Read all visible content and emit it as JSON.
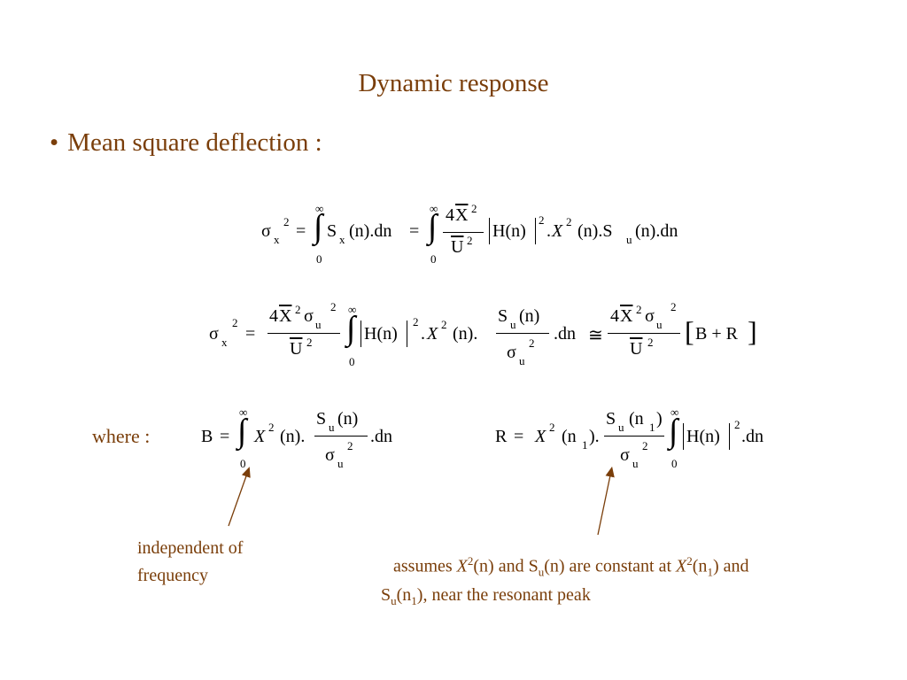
{
  "slide": {
    "title": "Dynamic response",
    "bullet_marker": "•",
    "bullet_text": "Mean square deflection :"
  },
  "equations": {
    "eq1": {
      "lhs_sigma": "σ",
      "lhs_sub": "x",
      "lhs_sup": "2",
      "eq_sign": "=",
      "int_upper": "∞",
      "int_lower": "0",
      "int_symbol": "∫",
      "s": "S",
      "s_sub": "x",
      "mid": "(n).dn",
      "eq_sign2": "=",
      "num_4": "4",
      "num_X": "X",
      "num_sup": "2",
      "den_U": "U",
      "den_sup": "2",
      "Hn": "H(n)",
      "Hn_sup": "2",
      "dotX": ".",
      "X": "X",
      "X_sup": "2",
      "tail": "(n).S",
      "tail_sub": "u",
      "tail_end": "(n).dn"
    },
    "eq2": {
      "lhs_sigma": "σ",
      "lhs_sub": "x",
      "lhs_sup": "2",
      "eq_sign": "=",
      "num_4": "4",
      "num_X": "X",
      "num_X_sup": "2",
      "num_sigma": "σ",
      "num_sigma_sub": "u",
      "num_sigma_sup": "2",
      "den_U": "U",
      "den_sup": "2",
      "int_upper": "∞",
      "int_lower": "0",
      "int_symbol": "∫",
      "Hn": "H(n)",
      "Hn_sup": "2",
      "dotX": ".",
      "X": "X",
      "X_sup": "2",
      "after_X": "(n).",
      "frac_num_S": "S",
      "frac_num_sub": "u",
      "frac_num_rest": "(n)",
      "frac_den_sigma": "σ",
      "frac_den_sub": "u",
      "frac_den_sup": "2",
      "dn": ".dn",
      "approx": "≅",
      "num2_4": "4",
      "num2_X": "X",
      "num2_X_sup": "2",
      "num2_sigma": "σ",
      "num2_sigma_sub": "u",
      "num2_sigma_sup": "2",
      "den2_U": "U",
      "den2_sup": "2",
      "bracket": "B + R"
    },
    "eqB": {
      "lhs": "B",
      "eq_sign": "=",
      "int_upper": "∞",
      "int_lower": "0",
      "int_symbol": "∫",
      "X": "X",
      "X_sup": "2",
      "after_X": "(n).",
      "frac_num_S": "S",
      "frac_num_sub": "u",
      "frac_num_rest": "(n)",
      "frac_den_sigma": "σ",
      "frac_den_sub": "u",
      "frac_den_sup": "2",
      "dn": ".dn"
    },
    "eqR": {
      "lhs": "R",
      "eq_sign": "=",
      "X": "X",
      "X_sup": "2",
      "after_X": "(n",
      "after_X_sub": "1",
      "after_X_end": ").",
      "frac_num_S": "S",
      "frac_num_sub": "u",
      "frac_num_rest": "(n",
      "frac_num_rest_sub": "1",
      "frac_num_end": ")",
      "frac_den_sigma": "σ",
      "frac_den_sub": "u",
      "frac_den_sup": "2",
      "int_upper": "∞",
      "int_lower": "0",
      "int_symbol": "∫",
      "Hn": "H(n)",
      "Hn_sup": "2",
      "dn": ".dn"
    }
  },
  "where_label": "where :",
  "notes": {
    "left_line1": "independent of",
    "left_line2": "frequency",
    "right": {
      "p1": "assumes ",
      "X1": "X",
      "sup1": "2",
      "p2": "(n) and S",
      "sub1": "u",
      "p3": "(n) are constant at ",
      "X2": "X",
      "sup2": "2",
      "p4": "(n",
      "sub2": "1",
      "p5": ") and",
      "p6": "S",
      "sub3": "u",
      "p7": "(n",
      "sub4": "1",
      "p8": "), near the resonant peak"
    }
  },
  "colors": {
    "accent": "#7a3e0a",
    "text": "#000000",
    "background": "#ffffff"
  }
}
